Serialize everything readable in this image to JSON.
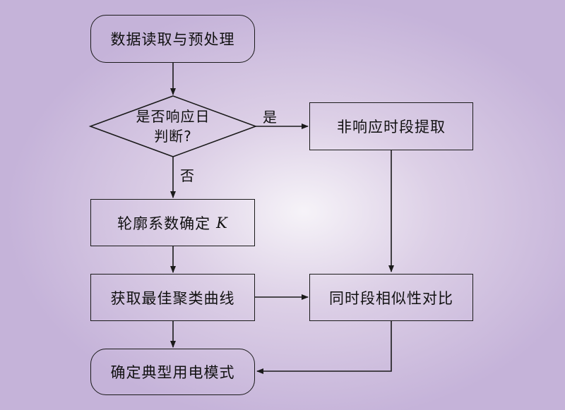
{
  "nodes": {
    "start": "数据读取与预处理",
    "decision_line1": "是否响应日",
    "decision_line2": "判断?",
    "extract": "非响应时段提取",
    "silhouette": "轮廓系数确定",
    "silhouette_var": "K",
    "cluster": "获取最佳聚类曲线",
    "compare": "同时段相似性对比",
    "result": "确定典型用电模式"
  },
  "edges": {
    "yes_label": "是",
    "no_label": "否"
  },
  "colors": {
    "line": "#1a1a1a",
    "background_center": "#f6f3f8",
    "background_edge": "#c5b3d9"
  }
}
